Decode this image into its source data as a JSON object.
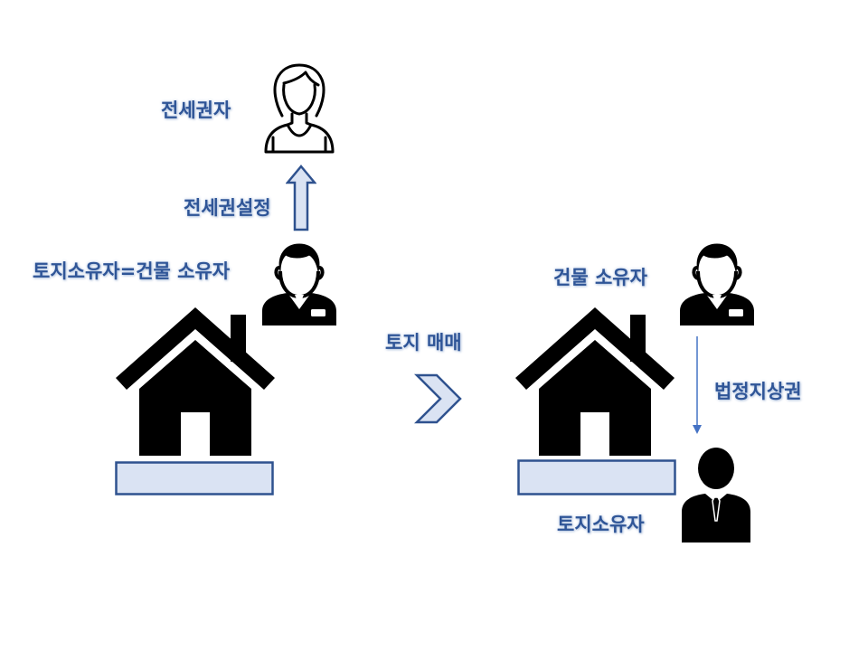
{
  "labels": {
    "jeonse_holder": "전세권자",
    "jeonse_setup": "전세권설정",
    "land_building_owner": "토지소유자=건물 소유자",
    "land_sale": "토지 매매",
    "building_owner": "건물 소유자",
    "statutory_superficies": "법정지상권",
    "land_owner": "토지소유자"
  },
  "icons": {
    "woman": "woman-person-icon",
    "man_left": "businessman-icon",
    "man_right": "businessman-icon",
    "man_suit": "man-suit-icon",
    "house_left": "house-icon",
    "house_right": "house-icon",
    "arrow_up": "arrow-up-icon",
    "chevron": "chevron-right-icon",
    "arrow_down": "arrow-down-icon"
  },
  "colors": {
    "label_text": "#2f5597",
    "box_fill": "#dae3f3",
    "box_stroke": "#2f528f",
    "icon": "#000000"
  }
}
